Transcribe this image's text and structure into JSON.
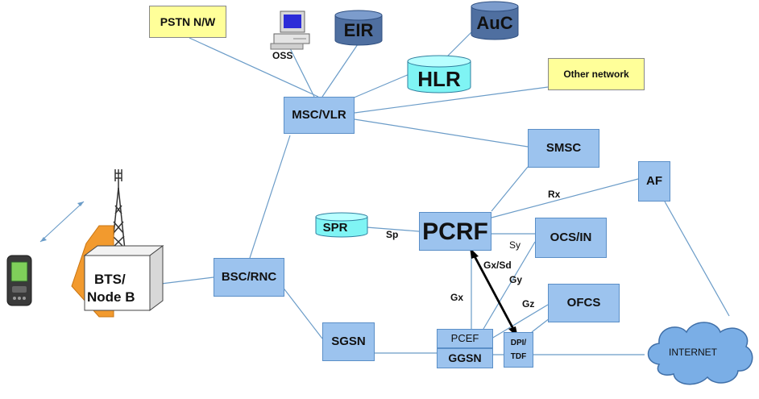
{
  "nodes": {
    "pstn": "PSTN N/W",
    "oss": "OSS",
    "eir": "EIR",
    "auc": "AuC",
    "hlr": "HLR",
    "other_network": "Other network",
    "msc_vlr": "MSC/VLR",
    "smsc": "SMSC",
    "af": "AF",
    "spr": "SPR",
    "pcrf": "PCRF",
    "ocs_in": "OCS/IN",
    "ofcs": "OFCS",
    "bts_node_b": [
      "BTS/",
      "Node B"
    ],
    "bsc_rnc": "BSC/RNC",
    "sgsn": "SGSN",
    "pcef": "PCEF",
    "ggsn": "GGSN",
    "dpi_tdf": [
      "DPI/",
      "TDF"
    ],
    "internet": "INTERNET"
  },
  "interfaces": {
    "rx": "Rx",
    "sp": "Sp",
    "sy": "Sy",
    "gx_sd": "Gx/Sd",
    "gy": "Gy",
    "gx": "Gx",
    "gz": "Gz"
  },
  "colors": {
    "box_fill": "#9cc3ee",
    "cyan_cylinder": "#7ff4f4",
    "dark_cylinder": "#5a7fb4",
    "note_fill": "#ffff99",
    "link_line": "#6b9cc8",
    "bts_orange": "#f29a2e",
    "cloud": "#7aaee6"
  }
}
